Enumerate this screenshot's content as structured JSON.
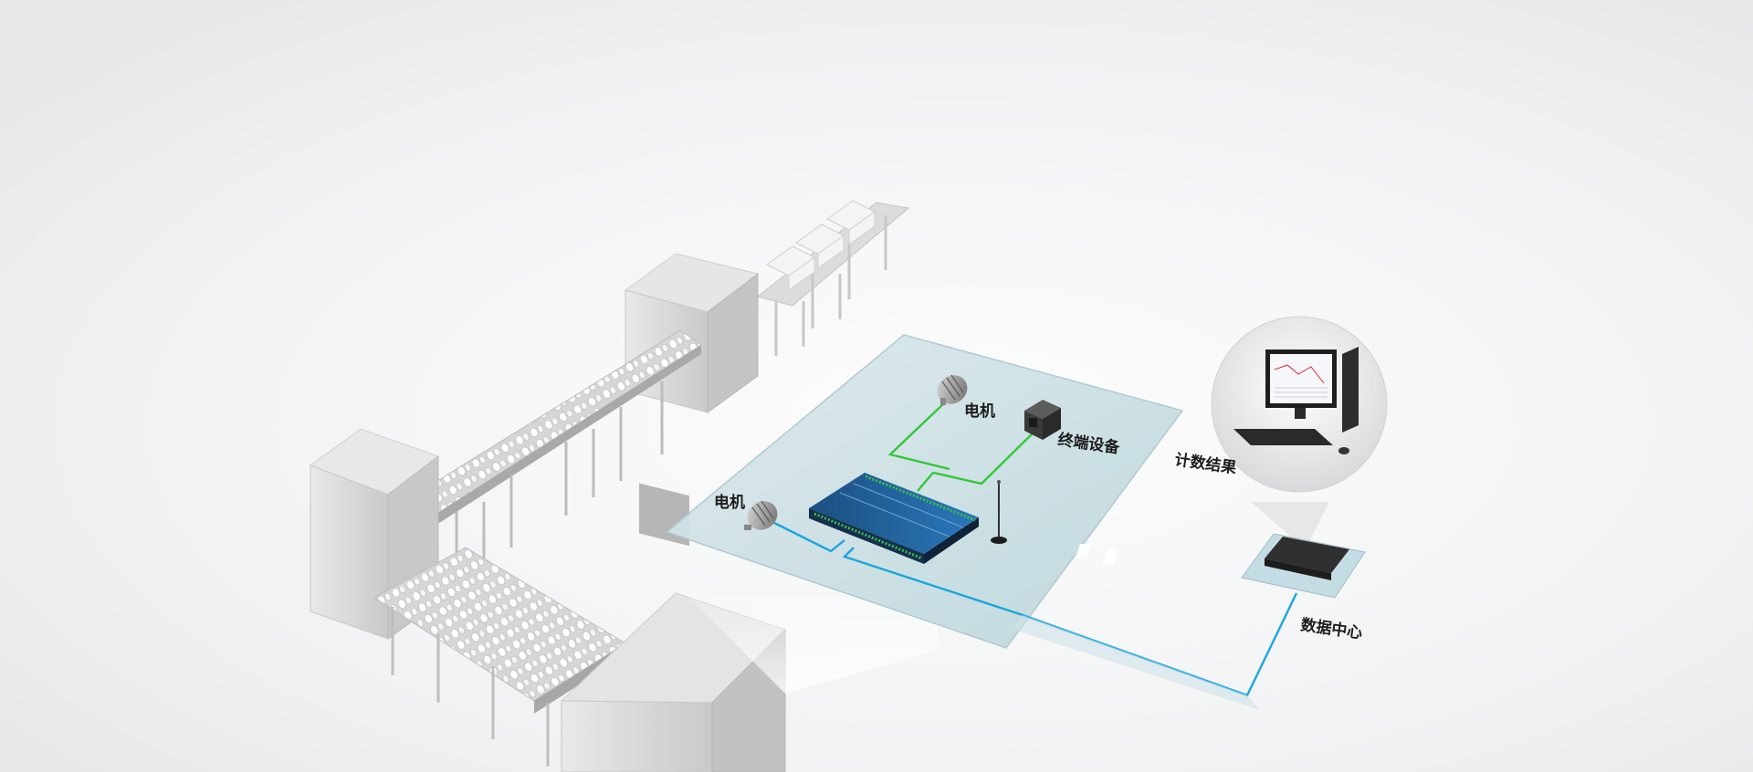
{
  "labels": {
    "motor_top": "电机",
    "motor_left": "电机",
    "terminal": "终端设备",
    "count_result": "计数结果",
    "data_center": "数据中心"
  },
  "colors": {
    "green_link": "#35c63a",
    "blue_link": "#1aa6dc",
    "platform_fill": "#c9dfe4",
    "controller_body": "#1d5f98",
    "terminal_pins": "#3bbf4c"
  },
  "icons": [
    "motor-icon",
    "terminal-device-icon",
    "io-controller-icon",
    "antenna-icon",
    "computer-icon",
    "data-center-icon",
    "production-line"
  ]
}
